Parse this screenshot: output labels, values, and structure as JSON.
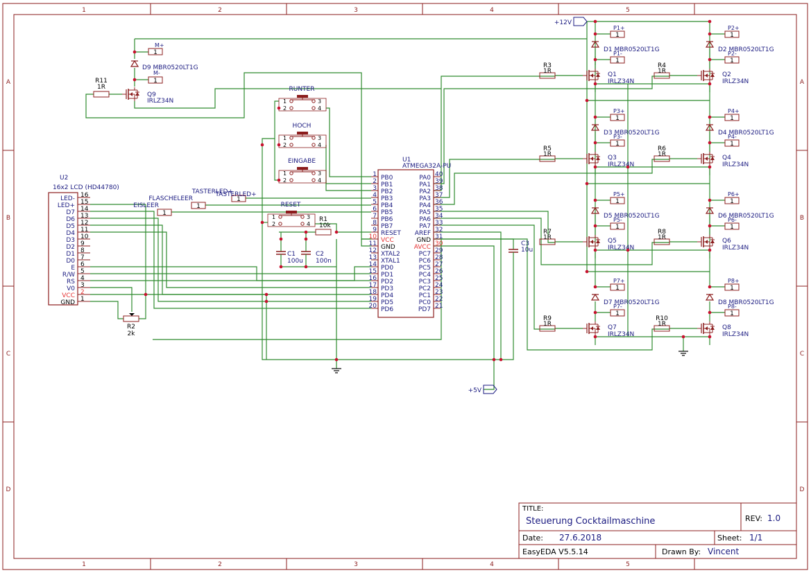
{
  "colors": {
    "border": "#8b1c1c",
    "wire": "#2e8b2e",
    "comp": "#8b1c1c",
    "label": "#1a1a80",
    "pin": "#1a1a80",
    "pinnum_red": "#e53030",
    "junction": "#c8102e",
    "text": "#000000"
  },
  "frame": {
    "cols": [
      "1",
      "2",
      "3",
      "4",
      "5"
    ],
    "rows": [
      "A",
      "B",
      "C",
      "D"
    ]
  },
  "titleblock": {
    "title_label": "TITLE:",
    "title": "Steuerung Cocktailmaschine",
    "rev_label": "REV:",
    "rev": "1.0",
    "date_label": "Date:",
    "date": "27.6.2018",
    "sheet_label": "Sheet:",
    "sheet": "1/1",
    "tool": "EasyEDA V5.5.14",
    "drawn_label": "Drawn By:",
    "drawn": "Vincent"
  },
  "power": {
    "v12": "+12V",
    "v5": "+5V"
  },
  "mcu": {
    "ref": "U1",
    "value": "ATMEGA32A-PU",
    "left": [
      {
        "num": "1",
        "name": "PB0"
      },
      {
        "num": "2",
        "name": "PB1"
      },
      {
        "num": "3",
        "name": "PB2"
      },
      {
        "num": "4",
        "name": "PB3"
      },
      {
        "num": "5",
        "name": "PB4"
      },
      {
        "num": "6",
        "name": "PB5"
      },
      {
        "num": "7",
        "name": "PB6"
      },
      {
        "num": "8",
        "name": "PB7"
      },
      {
        "num": "9",
        "name": "RESET"
      },
      {
        "num": "10",
        "name": "VCC"
      },
      {
        "num": "11",
        "name": "GND"
      },
      {
        "num": "12",
        "name": "XTAL2"
      },
      {
        "num": "13",
        "name": "XTAL1"
      },
      {
        "num": "14",
        "name": "PD0"
      },
      {
        "num": "15",
        "name": "PD1"
      },
      {
        "num": "16",
        "name": "PD2"
      },
      {
        "num": "17",
        "name": "PD3"
      },
      {
        "num": "18",
        "name": "PD4"
      },
      {
        "num": "19",
        "name": "PD5"
      },
      {
        "num": "20",
        "name": "PD6"
      }
    ],
    "right": [
      {
        "num": "40",
        "name": "PA0"
      },
      {
        "num": "39",
        "name": "PA1"
      },
      {
        "num": "38",
        "name": "PA2"
      },
      {
        "num": "37",
        "name": "PA3"
      },
      {
        "num": "36",
        "name": "PA4"
      },
      {
        "num": "35",
        "name": "PA5"
      },
      {
        "num": "34",
        "name": "PA6"
      },
      {
        "num": "33",
        "name": "PA7"
      },
      {
        "num": "32",
        "name": "AREF"
      },
      {
        "num": "31",
        "name": "GND"
      },
      {
        "num": "30",
        "name": "AVCC"
      },
      {
        "num": "29",
        "name": "PC7"
      },
      {
        "num": "28",
        "name": "PC6"
      },
      {
        "num": "27",
        "name": "PC5"
      },
      {
        "num": "26",
        "name": "PC4"
      },
      {
        "num": "25",
        "name": "PC3"
      },
      {
        "num": "24",
        "name": "PC2"
      },
      {
        "num": "23",
        "name": "PC1"
      },
      {
        "num": "22",
        "name": "PC0"
      },
      {
        "num": "21",
        "name": "PD7"
      }
    ]
  },
  "lcd": {
    "ref": "U2",
    "value": "16x2 LCD (HD44780)",
    "pins": [
      {
        "name": "LED-",
        "num": "16"
      },
      {
        "name": "LED+",
        "num": "15"
      },
      {
        "name": "D7",
        "num": "14"
      },
      {
        "name": "D6",
        "num": "13"
      },
      {
        "name": "D5",
        "num": "12"
      },
      {
        "name": "D4",
        "num": "11"
      },
      {
        "name": "D3",
        "num": "10"
      },
      {
        "name": "D2",
        "num": "9"
      },
      {
        "name": "D1",
        "num": "8"
      },
      {
        "name": "D0",
        "num": "7"
      },
      {
        "name": "E",
        "num": "6"
      },
      {
        "name": "R/W",
        "num": "5"
      },
      {
        "name": "RS",
        "num": "4"
      },
      {
        "name": "V0",
        "num": "3"
      },
      {
        "name": "VCC",
        "num": "2"
      },
      {
        "name": "GND",
        "num": "1"
      }
    ]
  },
  "buttons": [
    {
      "name": "RUNTER",
      "p1": "1",
      "p2": "2",
      "p3": "3",
      "p4": "4"
    },
    {
      "name": "HOCH",
      "p1": "1",
      "p2": "2",
      "p3": "3",
      "p4": "4"
    },
    {
      "name": "EINGABE",
      "p1": "1",
      "p2": "2",
      "p3": "3",
      "p4": "4"
    },
    {
      "name": "RESET",
      "p1": "1",
      "p2": "2",
      "p3": "3",
      "p4": "4"
    }
  ],
  "connectors_left": [
    {
      "label": "TASTERLED+",
      "num": "1"
    },
    {
      "label": "FLASCHELEER",
      "num": "1"
    },
    {
      "label": "EISLEER",
      "num": "1"
    }
  ],
  "passives": {
    "R1": {
      "ref": "R1",
      "value": "10k"
    },
    "R2": {
      "ref": "R2",
      "value": "2k"
    },
    "C1": {
      "ref": "C1",
      "value": "100u"
    },
    "C2": {
      "ref": "C2",
      "value": "100n"
    },
    "C3": {
      "ref": "C3",
      "value": "10u"
    },
    "R11": {
      "ref": "R11",
      "value": "1R"
    }
  },
  "motor": {
    "mplus": "M+",
    "mminus": "M-",
    "num": "1",
    "diode": "D9 MBR0520LT1G",
    "q_ref": "Q9",
    "q_val": "IRLZ34N"
  },
  "channels": [
    {
      "r": "R3",
      "rv": "1R",
      "q": "Q1",
      "qv": "IRLZ34N",
      "d": "D1 MBR0520LT1G",
      "pp": "P1+",
      "pm": "P1-"
    },
    {
      "r": "R4",
      "rv": "1R",
      "q": "Q2",
      "qv": "IRLZ34N",
      "d": "D2 MBR0520LT1G",
      "pp": "P2+",
      "pm": "P2-"
    },
    {
      "r": "R5",
      "rv": "1R",
      "q": "Q3",
      "qv": "IRLZ34N",
      "d": "D3 MBR0520LT1G",
      "pp": "P3+",
      "pm": "P3-"
    },
    {
      "r": "R6",
      "rv": "1R",
      "q": "Q4",
      "qv": "IRLZ34N",
      "d": "D4 MBR0520LT1G",
      "pp": "P4+",
      "pm": "P4-"
    },
    {
      "r": "R7",
      "rv": "1R",
      "q": "Q5",
      "qv": "IRLZ34N",
      "d": "D5 MBR0520LT1G",
      "pp": "P5+",
      "pm": "P5-"
    },
    {
      "r": "R8",
      "rv": "1R",
      "q": "Q6",
      "qv": "IRLZ34N",
      "d": "D6 MBR0520LT1G",
      "pp": "P6+",
      "pm": "P6-"
    },
    {
      "r": "R9",
      "rv": "1R",
      "q": "Q7",
      "qv": "IRLZ34N",
      "d": "D7 MBR0520LT1G",
      "pp": "P7+",
      "pm": "P7-"
    },
    {
      "r": "R10",
      "rv": "1R",
      "q": "Q8",
      "qv": "IRLZ34N",
      "d": "D8 MBR0520LT1G",
      "pp": "P8+",
      "pm": "P8-"
    }
  ],
  "pin_one": "1"
}
